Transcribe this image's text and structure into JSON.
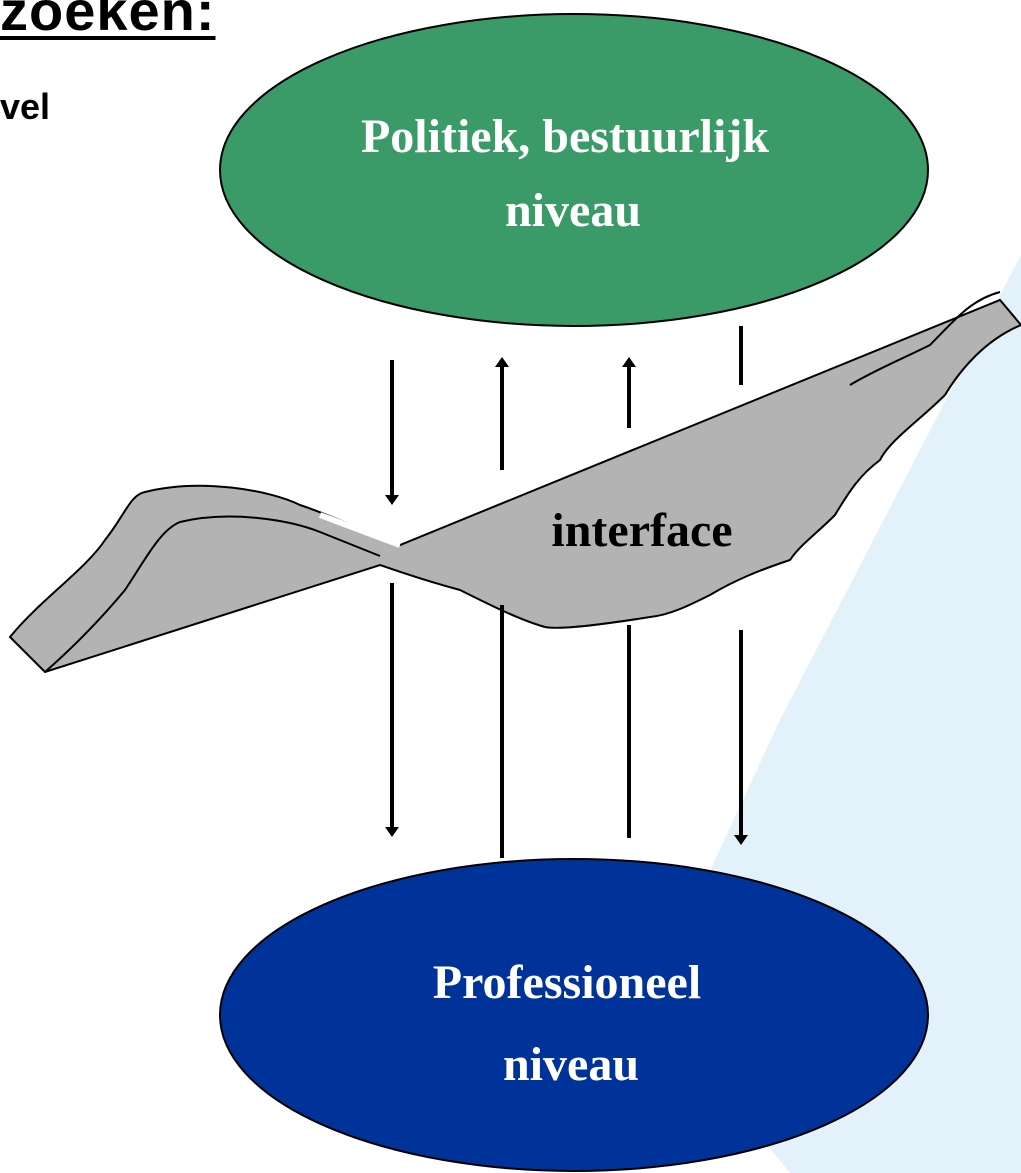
{
  "heading": {
    "title_fragment": "zoeken:",
    "subtitle_fragment": "vel"
  },
  "diagram": {
    "top_node": {
      "line1": "Politiek, bestuurlijk",
      "line2": "niveau",
      "fill": "#3a9a68"
    },
    "bottom_node": {
      "line1": "Professioneel",
      "line2": "niveau",
      "fill": "#003399"
    },
    "interface_label": "interface",
    "interface_fill": "#b3b3b3",
    "background_shape_fill": "#e3f1fb",
    "arrows": [
      {
        "direction": "down"
      },
      {
        "direction": "up"
      },
      {
        "direction": "up"
      },
      {
        "direction": "down"
      }
    ]
  }
}
